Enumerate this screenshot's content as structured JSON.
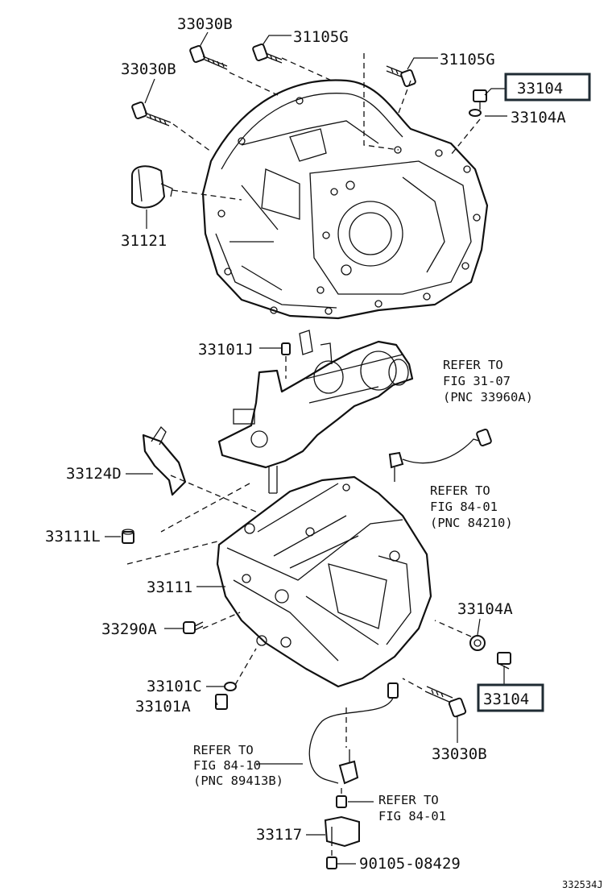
{
  "diagram_code": "332534J",
  "highlight_color": "#1f2b33",
  "labels": {
    "p33030b_top": "33030B",
    "p33030b_left": "33030B",
    "p31105g_top": "31105G",
    "p31105g_right": "31105G",
    "p33104_top": "33104",
    "p33104a_top": "33104A",
    "p31121": "31121",
    "p33101j": "33101J",
    "p33124d": "33124D",
    "p33111l": "33111L",
    "p33111": "33111",
    "p33290a": "33290A",
    "p33101c": "33101C",
    "p33101a": "33101A",
    "p33104a_bottom": "33104A",
    "p33104_bottom": "33104",
    "p33030b_bottom": "33030B",
    "p33117": "33117",
    "p90105": "90105-08429"
  },
  "references": {
    "fig3107": [
      "REFER TO",
      "FIG 31-07",
      "(PNC 33960A)"
    ],
    "fig8401_a": [
      "REFER TO",
      "FIG 84-01",
      "(PNC 84210)"
    ],
    "fig8410": [
      "REFER TO",
      "FIG 84-10",
      "(PNC 89413B)"
    ],
    "fig8401_b": [
      "REFER TO",
      "FIG 84-01"
    ]
  }
}
